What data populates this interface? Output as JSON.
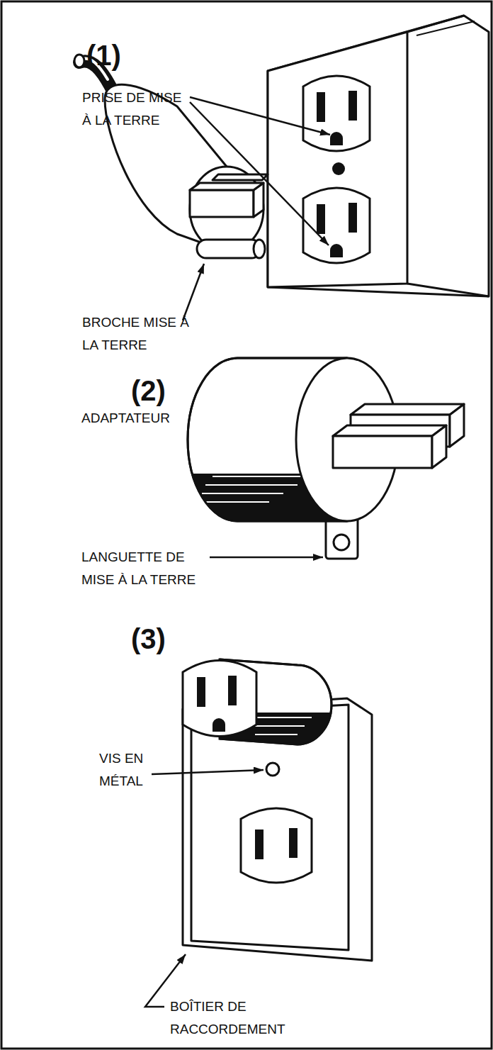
{
  "diagram": {
    "labels": [
      "(1)",
      "PRISE DE MISE À LA TERRE",
      "BROCHE MISE À LA TERRE",
      "(2)",
      "ADAPTATEUR",
      "LANGUETTE DE MISE À LA TERRE",
      "(3)",
      "VIS EN MÉTAL",
      "BOÎTIER DE RACCORDEMENT"
    ]
  }
}
